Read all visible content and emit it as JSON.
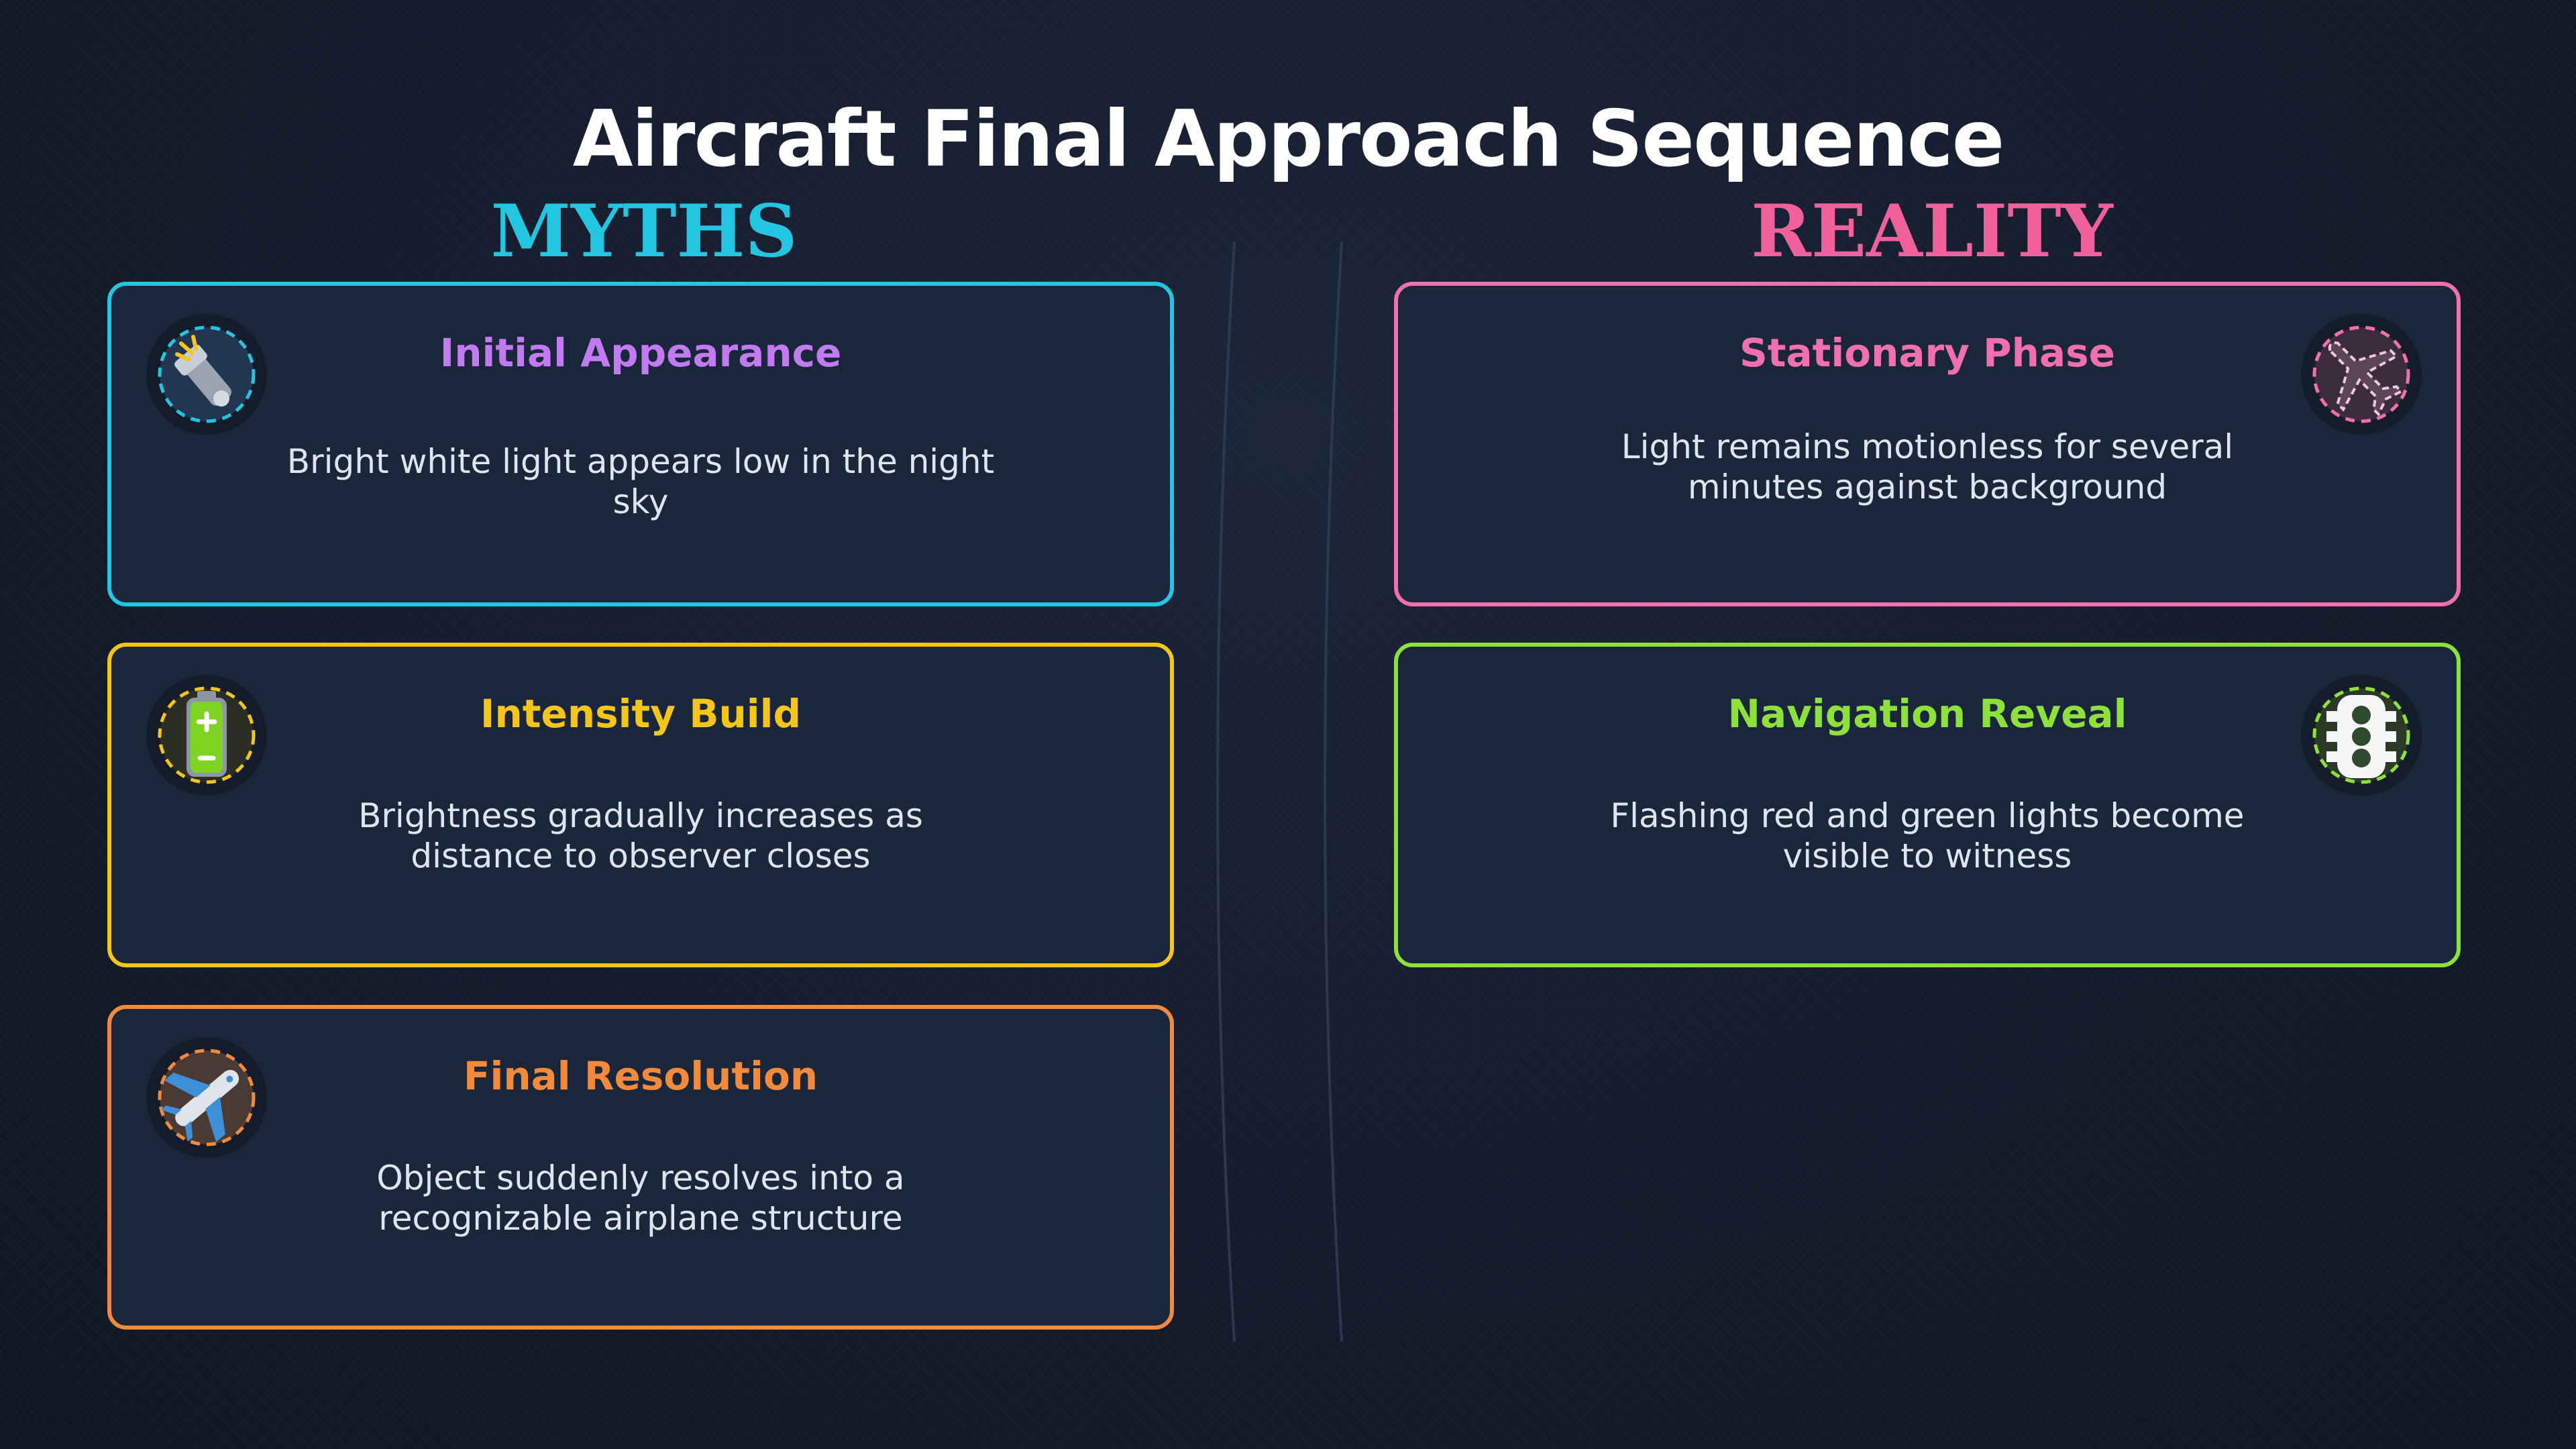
{
  "title": "Aircraft Final Approach Sequence",
  "columns": {
    "myths": {
      "heading": "MYTHS",
      "color": "#22c6e0"
    },
    "reality": {
      "heading": "REALITY",
      "color": "#f0609a"
    }
  },
  "myths": [
    {
      "title": "Initial Appearance",
      "description": "Bright white light appears low in the night sky",
      "accent": "#22c6e0",
      "title_color": "#c17af0",
      "icon": "flashlight-icon"
    },
    {
      "title": "Intensity Build",
      "description": "Brightness gradually increases as distance to observer closes",
      "accent": "#f5c518",
      "title_color": "#f5c518",
      "icon": "battery-icon"
    },
    {
      "title": "Final Resolution",
      "description": "Object suddenly resolves into a recognizable airplane structure",
      "accent": "#f28a3c",
      "title_color": "#f28a3c",
      "icon": "airplane-icon"
    }
  ],
  "reality": [
    {
      "title": "Stationary Phase",
      "description": "Light remains motionless for several minutes against background",
      "accent": "#f06fae",
      "title_color": "#f06fae",
      "icon": "plane-outline-icon"
    },
    {
      "title": "Navigation Reveal",
      "description": "Flashing red and green lights become visible to witness",
      "accent": "#8ee03a",
      "title_color": "#8ee03a",
      "icon": "traffic-light-icon"
    }
  ]
}
